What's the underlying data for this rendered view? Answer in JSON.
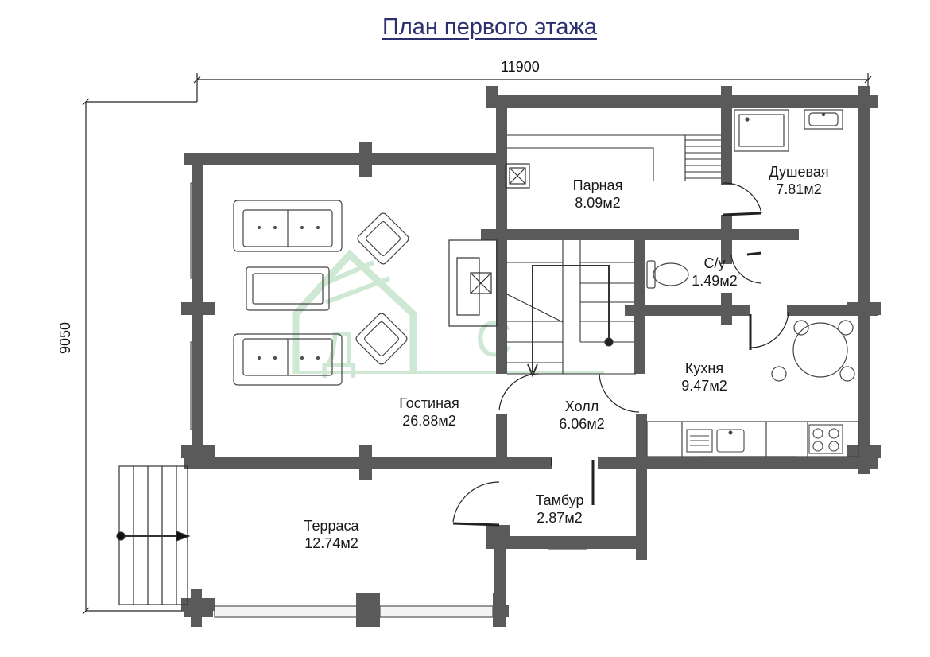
{
  "title": "План первого этажа",
  "dimensions": {
    "width": "11900",
    "height": "9050"
  },
  "rooms": [
    {
      "id": "parnaya",
      "name": "Парная",
      "area": "8.09м2"
    },
    {
      "id": "dushevaya",
      "name": "Душевая",
      "area": "7.81м2"
    },
    {
      "id": "su",
      "name": "С/у",
      "area": "1.49м2"
    },
    {
      "id": "kukhnya",
      "name": "Кухня",
      "area": "9.47м2"
    },
    {
      "id": "gostinaya",
      "name": "Гостиная",
      "area": "26.88м2"
    },
    {
      "id": "holl",
      "name": "Холл",
      "area": "6.06м2"
    },
    {
      "id": "tambur",
      "name": "Тамбур",
      "area": "2.87м2"
    },
    {
      "id": "terrasa",
      "name": "Терраса",
      "area": "12.74м2"
    }
  ],
  "watermark": {
    "letters": [
      "Д",
      "С"
    ]
  },
  "colors": {
    "wall": "#5a5a5a",
    "line": "#222222",
    "title": "#2b2f6e",
    "watermark": "#c9e6cf"
  }
}
